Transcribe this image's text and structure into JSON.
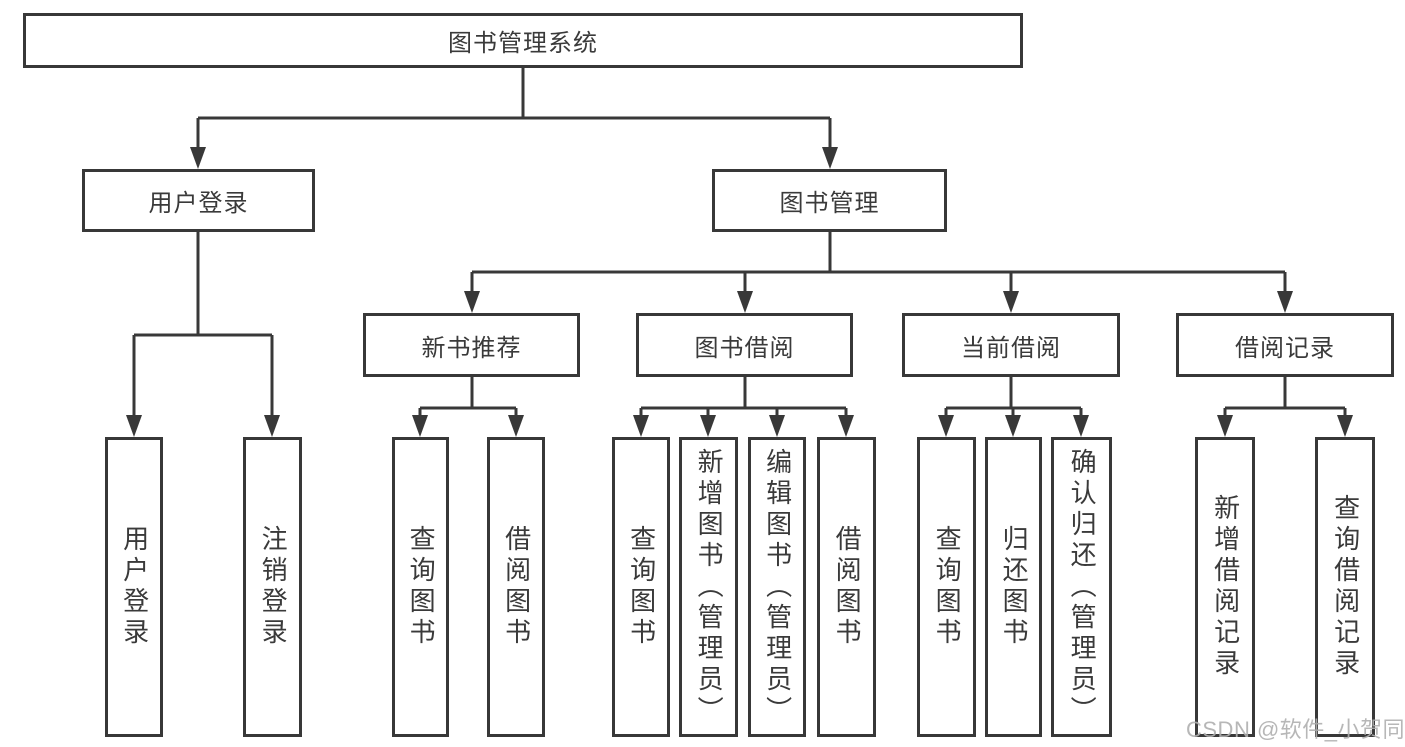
{
  "diagram": {
    "root": "图书管理系统",
    "branches": [
      {
        "label": "用户登录",
        "children": [
          "用户登录",
          "注销登录"
        ]
      },
      {
        "label": "图书管理",
        "children_groups": [
          {
            "label": "新书推荐",
            "children": [
              "查询图书",
              "借阅图书"
            ]
          },
          {
            "label": "图书借阅",
            "children": [
              "查询图书",
              "新增图书（管理员）",
              "编辑图书（管理员）",
              "借阅图书"
            ]
          },
          {
            "label": "当前借阅",
            "children": [
              "查询图书",
              "归还图书",
              "确认归还（管理员）"
            ]
          },
          {
            "label": "借阅记录",
            "children": [
              "新增借阅记录",
              "查询借阅记录"
            ]
          }
        ]
      }
    ]
  },
  "watermark": "CSDN @软件_小贺同学",
  "colors": {
    "line": "#383838",
    "text": "#3a3a3a",
    "watermark": "#afafaf",
    "background": "#ffffff"
  }
}
